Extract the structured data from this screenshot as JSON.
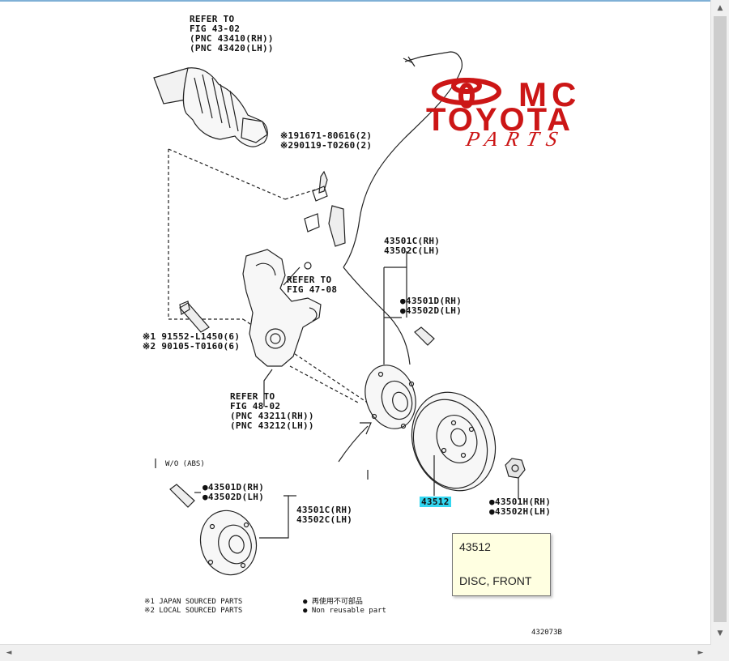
{
  "logo": {
    "mc": "MC",
    "toyota": "TOYOTA",
    "parts": "PARTS",
    "color": "#cc1616"
  },
  "labels": {
    "refer_43": [
      "REFER TO",
      "FIG 43-02",
      "(PNC 43410(RH))",
      "(PNC 43420(LH))"
    ],
    "bolt_top": [
      "※191671-80616(2)",
      "※290119-T0260(2)"
    ],
    "refer_47": [
      "REFER TO",
      "FIG 47-08"
    ],
    "bolt_left": [
      "※1 91552-L1450(6)",
      "※2 90105-T0160(6)"
    ],
    "refer_48": [
      "REFER TO",
      "FIG 48-02",
      "(PNC 43211(RH))",
      "(PNC 43212(LH))"
    ],
    "hub_top": [
      "43501C(RH)",
      "43502C(LH)"
    ],
    "bolt_hub_top": [
      "●43501D(RH)",
      "●43502D(LH)"
    ],
    "wo_abs": "W/O (ABS)",
    "bolt_hub_bottom": [
      "●43501D(RH)",
      "●43502D(LH)"
    ],
    "hub_bottom": [
      "43501C(RH)",
      "43502C(LH)"
    ],
    "disc_part": "43512",
    "nut": [
      "●43501H(RH)",
      "●43502H(LH)"
    ],
    "legend_left": [
      "※1 JAPAN SOURCED PARTS",
      "※2 LOCAL SOURCED PARTS"
    ],
    "legend_right": [
      "● 再使用不可部品",
      "● Non reusable part"
    ],
    "figure_code": "432073B"
  },
  "tooltip": {
    "part_number": "43512",
    "description": "DISC, FRONT"
  },
  "scrollbar": {
    "up": "▲",
    "down": "▼",
    "left": "◄",
    "right": "►"
  }
}
